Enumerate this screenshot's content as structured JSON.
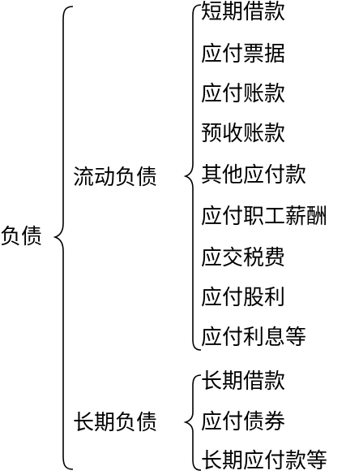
{
  "root": "负债",
  "groups": [
    {
      "name": "流动负债",
      "items": [
        "短期借款",
        "应付票据",
        "应付账款",
        "预收账款",
        "其他应付款",
        "应付职工薪酬",
        "应交税费",
        "应付股利",
        "应付利息等"
      ]
    },
    {
      "name": "长期负债",
      "items": [
        "长期借款",
        "应付债券",
        "长期应付款等"
      ]
    }
  ]
}
